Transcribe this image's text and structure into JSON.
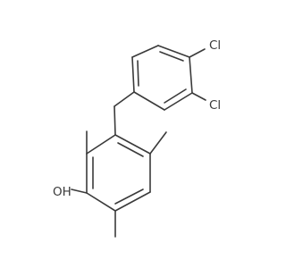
{
  "molecule": {
    "atoms": {
      "cl_top": "Cl",
      "cl_bottom": "Cl",
      "hydroxyl": "OH"
    },
    "colors": {
      "bond": "#3a3a3a",
      "label": "#3a3a3a",
      "background": "#ffffff"
    }
  }
}
